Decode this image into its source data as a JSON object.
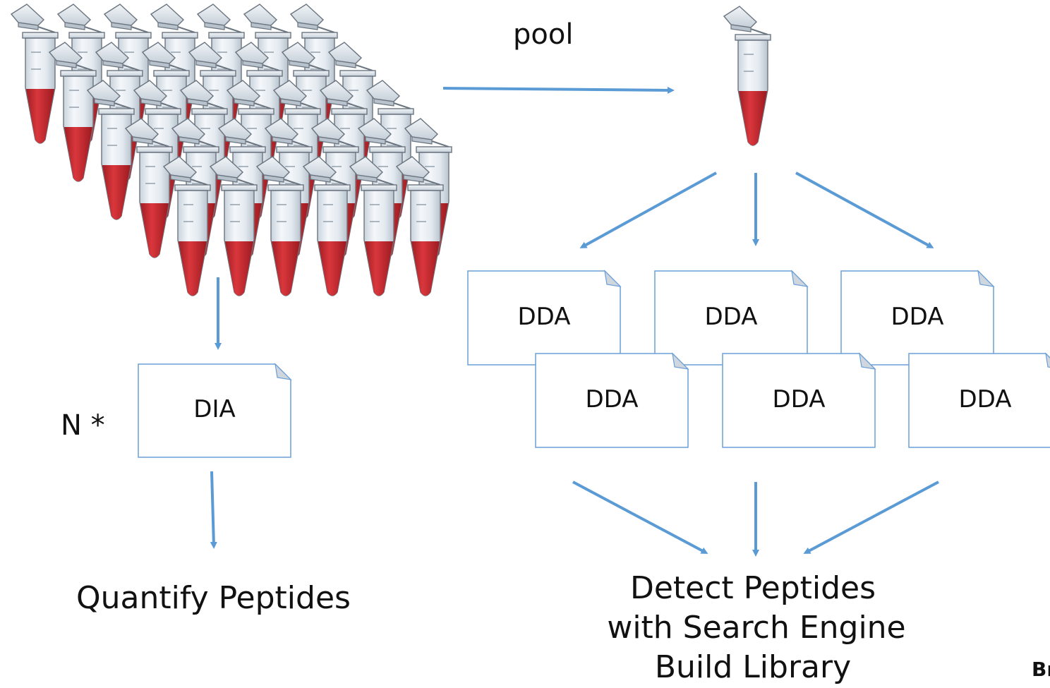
{
  "labels": {
    "pool": "pool",
    "n_times": "N *",
    "quantify": "Quantify Peptides",
    "detect_line1": "Detect Peptides",
    "detect_line2": "with Search Engine",
    "detect_line3": "Build Library",
    "corner_fragment": "Br"
  },
  "documents": {
    "dia": "DIA",
    "dda": [
      "DDA",
      "DDA",
      "DDA",
      "DDA",
      "DDA",
      "DDA"
    ]
  },
  "colors": {
    "arrow": "#5b9bd5",
    "doc_border": "#6a9fd8",
    "doc_fold": "#d0d6de",
    "tube_body": "#e8eef3",
    "tube_outline": "#6b7580",
    "liquid": "#c0272d"
  },
  "icons": {
    "tube": "microcentrifuge-tube-icon"
  }
}
